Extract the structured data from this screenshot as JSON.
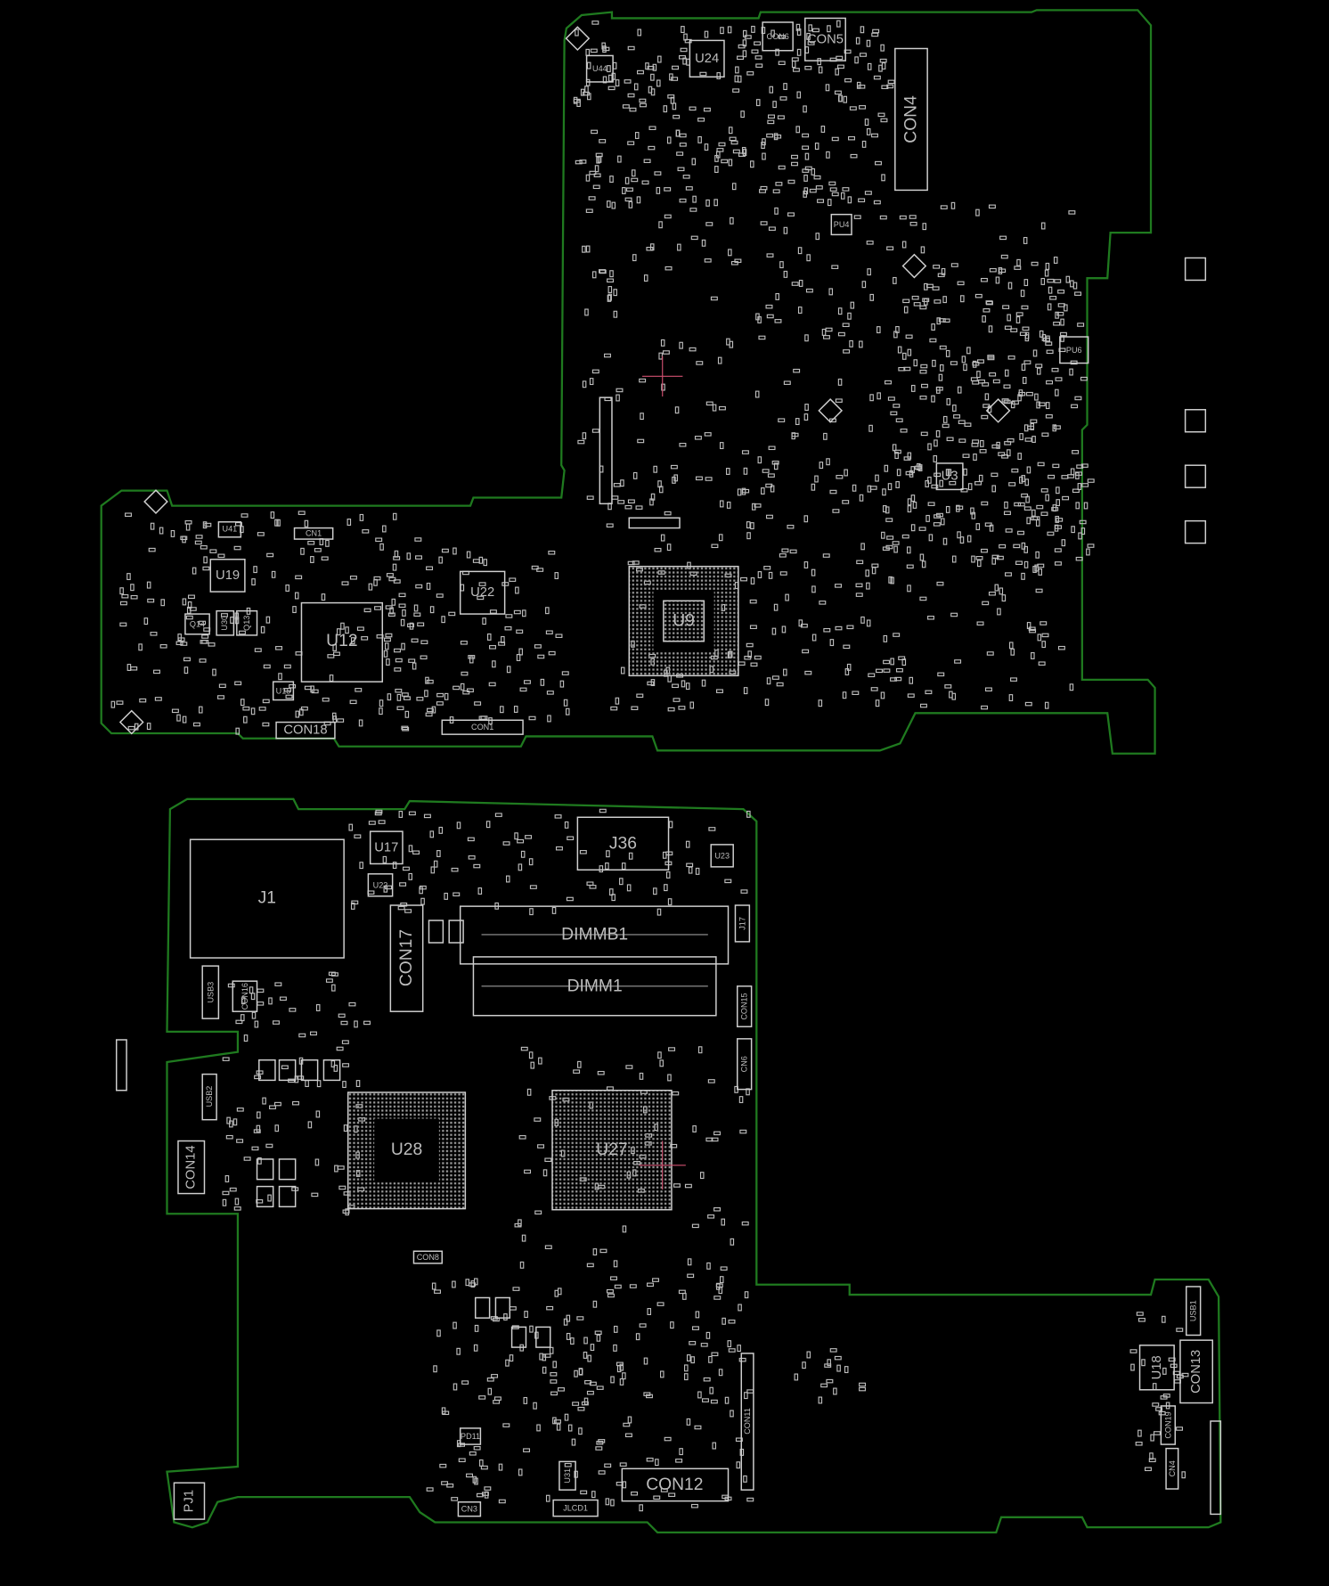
{
  "view": {
    "title": "PCB board view",
    "outline_color": "#1f7a1f",
    "part_color": "#cfcfcf",
    "marker_color": "#d05070",
    "background": "#000000"
  },
  "top_board": {
    "U44": "U44",
    "U24": "U24",
    "CON6": "CON6",
    "CON5": "CON5",
    "CON4": "CON4",
    "PU4": "PU4",
    "U3": "U3",
    "U9": "U9",
    "PU6": "PU6",
    "U19": "U19",
    "U12": "U12",
    "U22": "U22",
    "CON18": "CON18",
    "CON1": "CON1",
    "CN1": "CN1",
    "U41": "U41",
    "Q14": "Q14",
    "U30": "U30",
    "Q13": "Q13",
    "U15": "U15"
  },
  "bottom_board": {
    "J1": "J1",
    "U17": "U17",
    "U32": "U22",
    "J36": "J36",
    "U23": "U23",
    "CON17": "CON17",
    "DIMMB1": "DIMMB1",
    "DIMM1": "DIMM1",
    "J17": "J17",
    "USB3": "USB3",
    "CON16": "CON16",
    "CON15": "CON15",
    "CN6": "CN6",
    "USB2": "USB2",
    "CON14": "CON14",
    "U28": "U28",
    "U27": "U27",
    "CON8": "CON8",
    "CON11": "CON11",
    "CON12": "CON12",
    "U31": "U31",
    "JLCD1": "JLCD1",
    "CN3": "CN3",
    "PJ1": "PJ1",
    "PD11": "PD11",
    "USB1": "USB1",
    "U18": "U18",
    "CON13": "CON13",
    "CON19": "CON19",
    "CN4": "CN4"
  }
}
